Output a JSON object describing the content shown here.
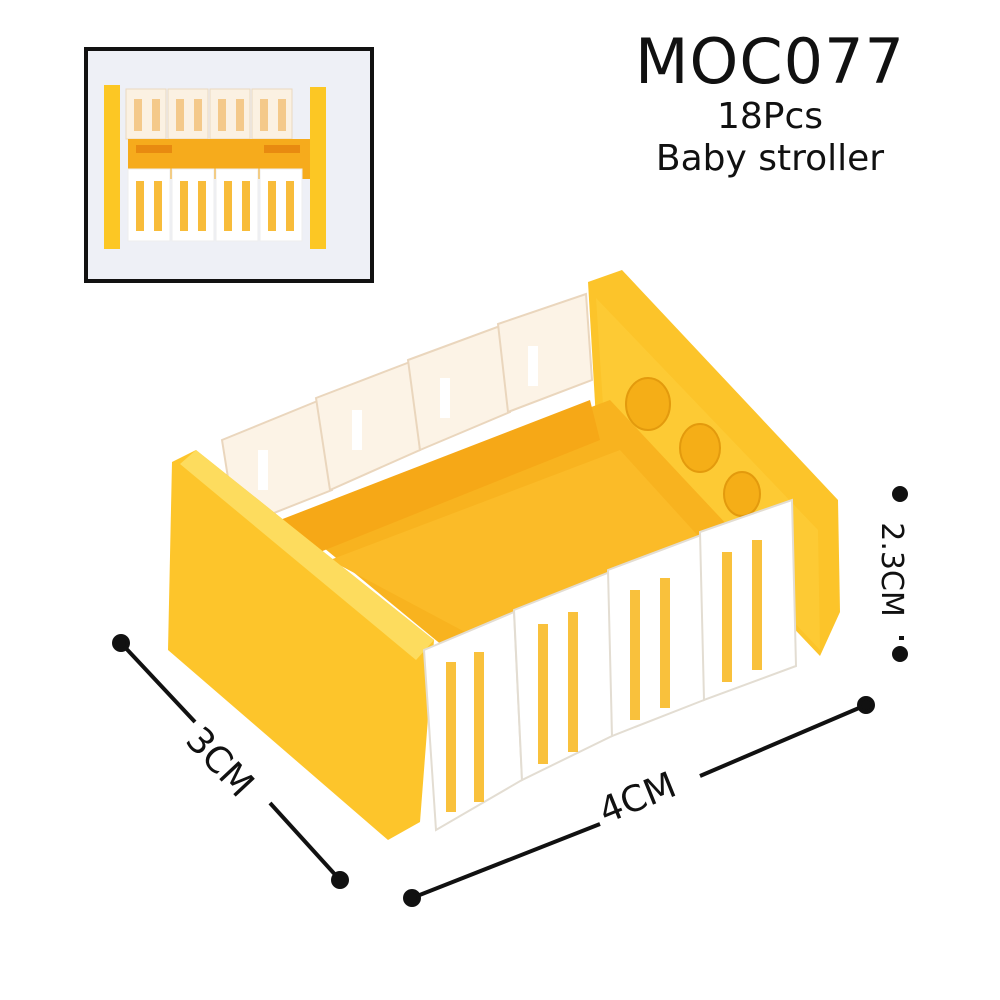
{
  "product": {
    "code": "MOC077",
    "pieces": "18Pcs",
    "name": "Baby stroller"
  },
  "dimensions": {
    "depth": "3CM",
    "width": "4CM",
    "height": "2.3CM"
  },
  "colors": {
    "yellow": "#FDC72C",
    "yellow_dark": "#F5A800",
    "orange_inner": "#F8B21A",
    "white_fence": "#FBF6EE",
    "fence_shadow": "#E9DCCB",
    "line": "#111111",
    "inset_bg": "#EEF0F6"
  }
}
